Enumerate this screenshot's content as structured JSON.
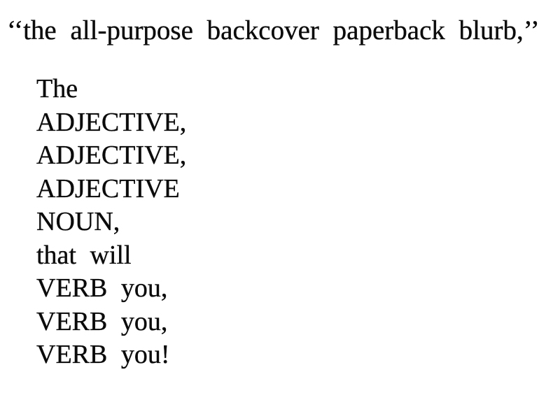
{
  "page": {
    "background": "#ffffff",
    "text_color": "#0b0b0b"
  },
  "heading": {
    "text": "‘‘the all-purpose backcover paperback blurb,’’"
  },
  "body": {
    "lines": [
      "The",
      "ADJECTIVE,",
      "ADJECTIVE,",
      "ADJECTIVE",
      "NOUN,",
      "that will",
      "VERB you,",
      "VERB you,",
      "VERB you!"
    ]
  }
}
